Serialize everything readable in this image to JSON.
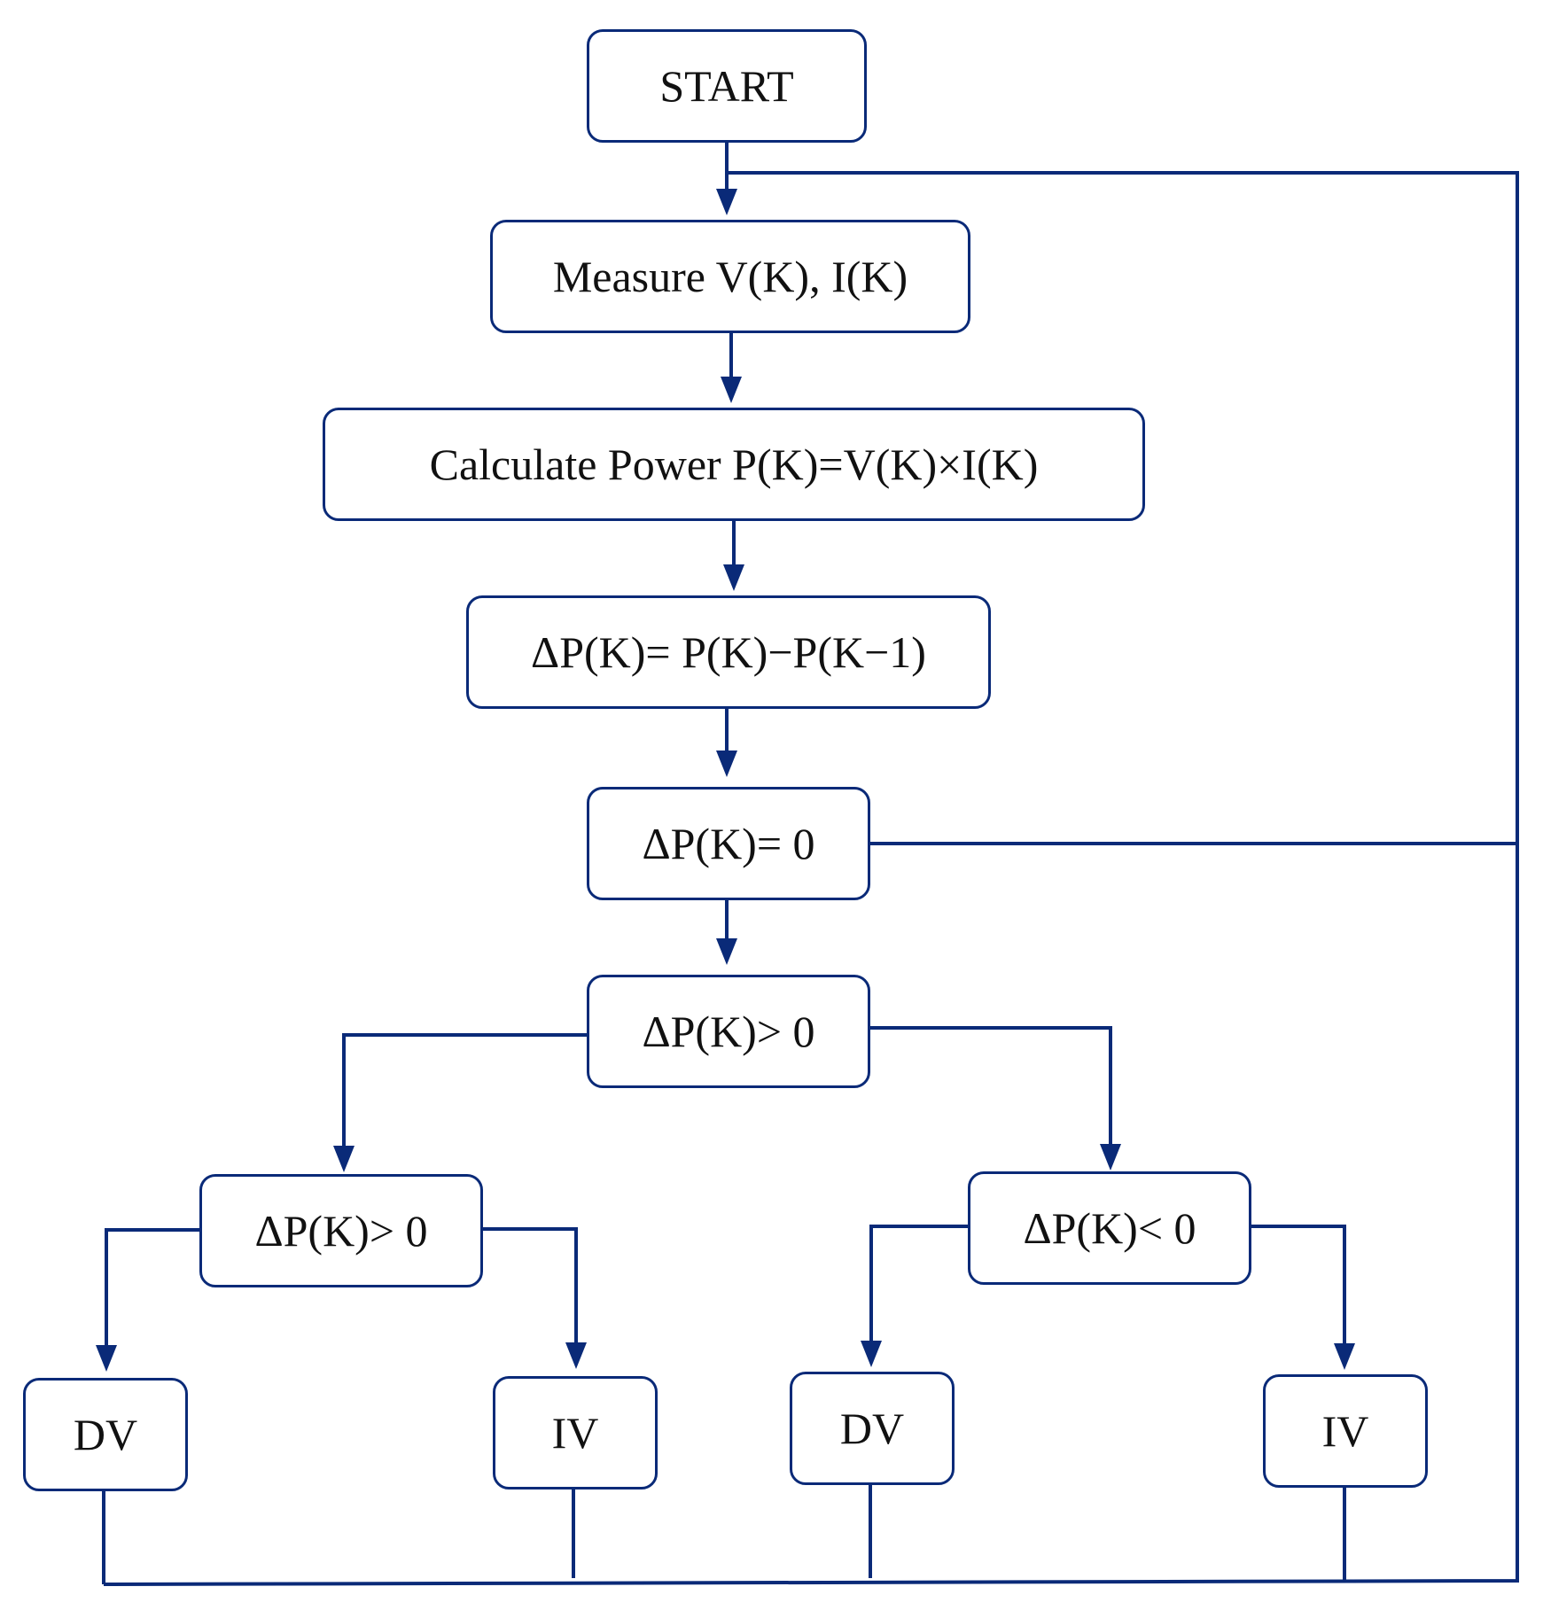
{
  "colors": {
    "line": "#0a2a78",
    "text": "#111111",
    "background": "#ffffff"
  },
  "nodes": {
    "start": "START",
    "measure": "Measure V(K), I(K)",
    "calculate": "Calculate Power P(K)=V(K)×I(K)",
    "delta": "ΔP(K)= P(K)−P(K−1)",
    "check_zero": "ΔP(K)= 0",
    "check_positive": "ΔP(K)> 0",
    "check_positive_left": "ΔP(K)> 0",
    "check_negative_right": "ΔP(K)< 0",
    "dv_1": "DV",
    "iv_1": "IV",
    "dv_2": "DV",
    "iv_2": "IV"
  }
}
